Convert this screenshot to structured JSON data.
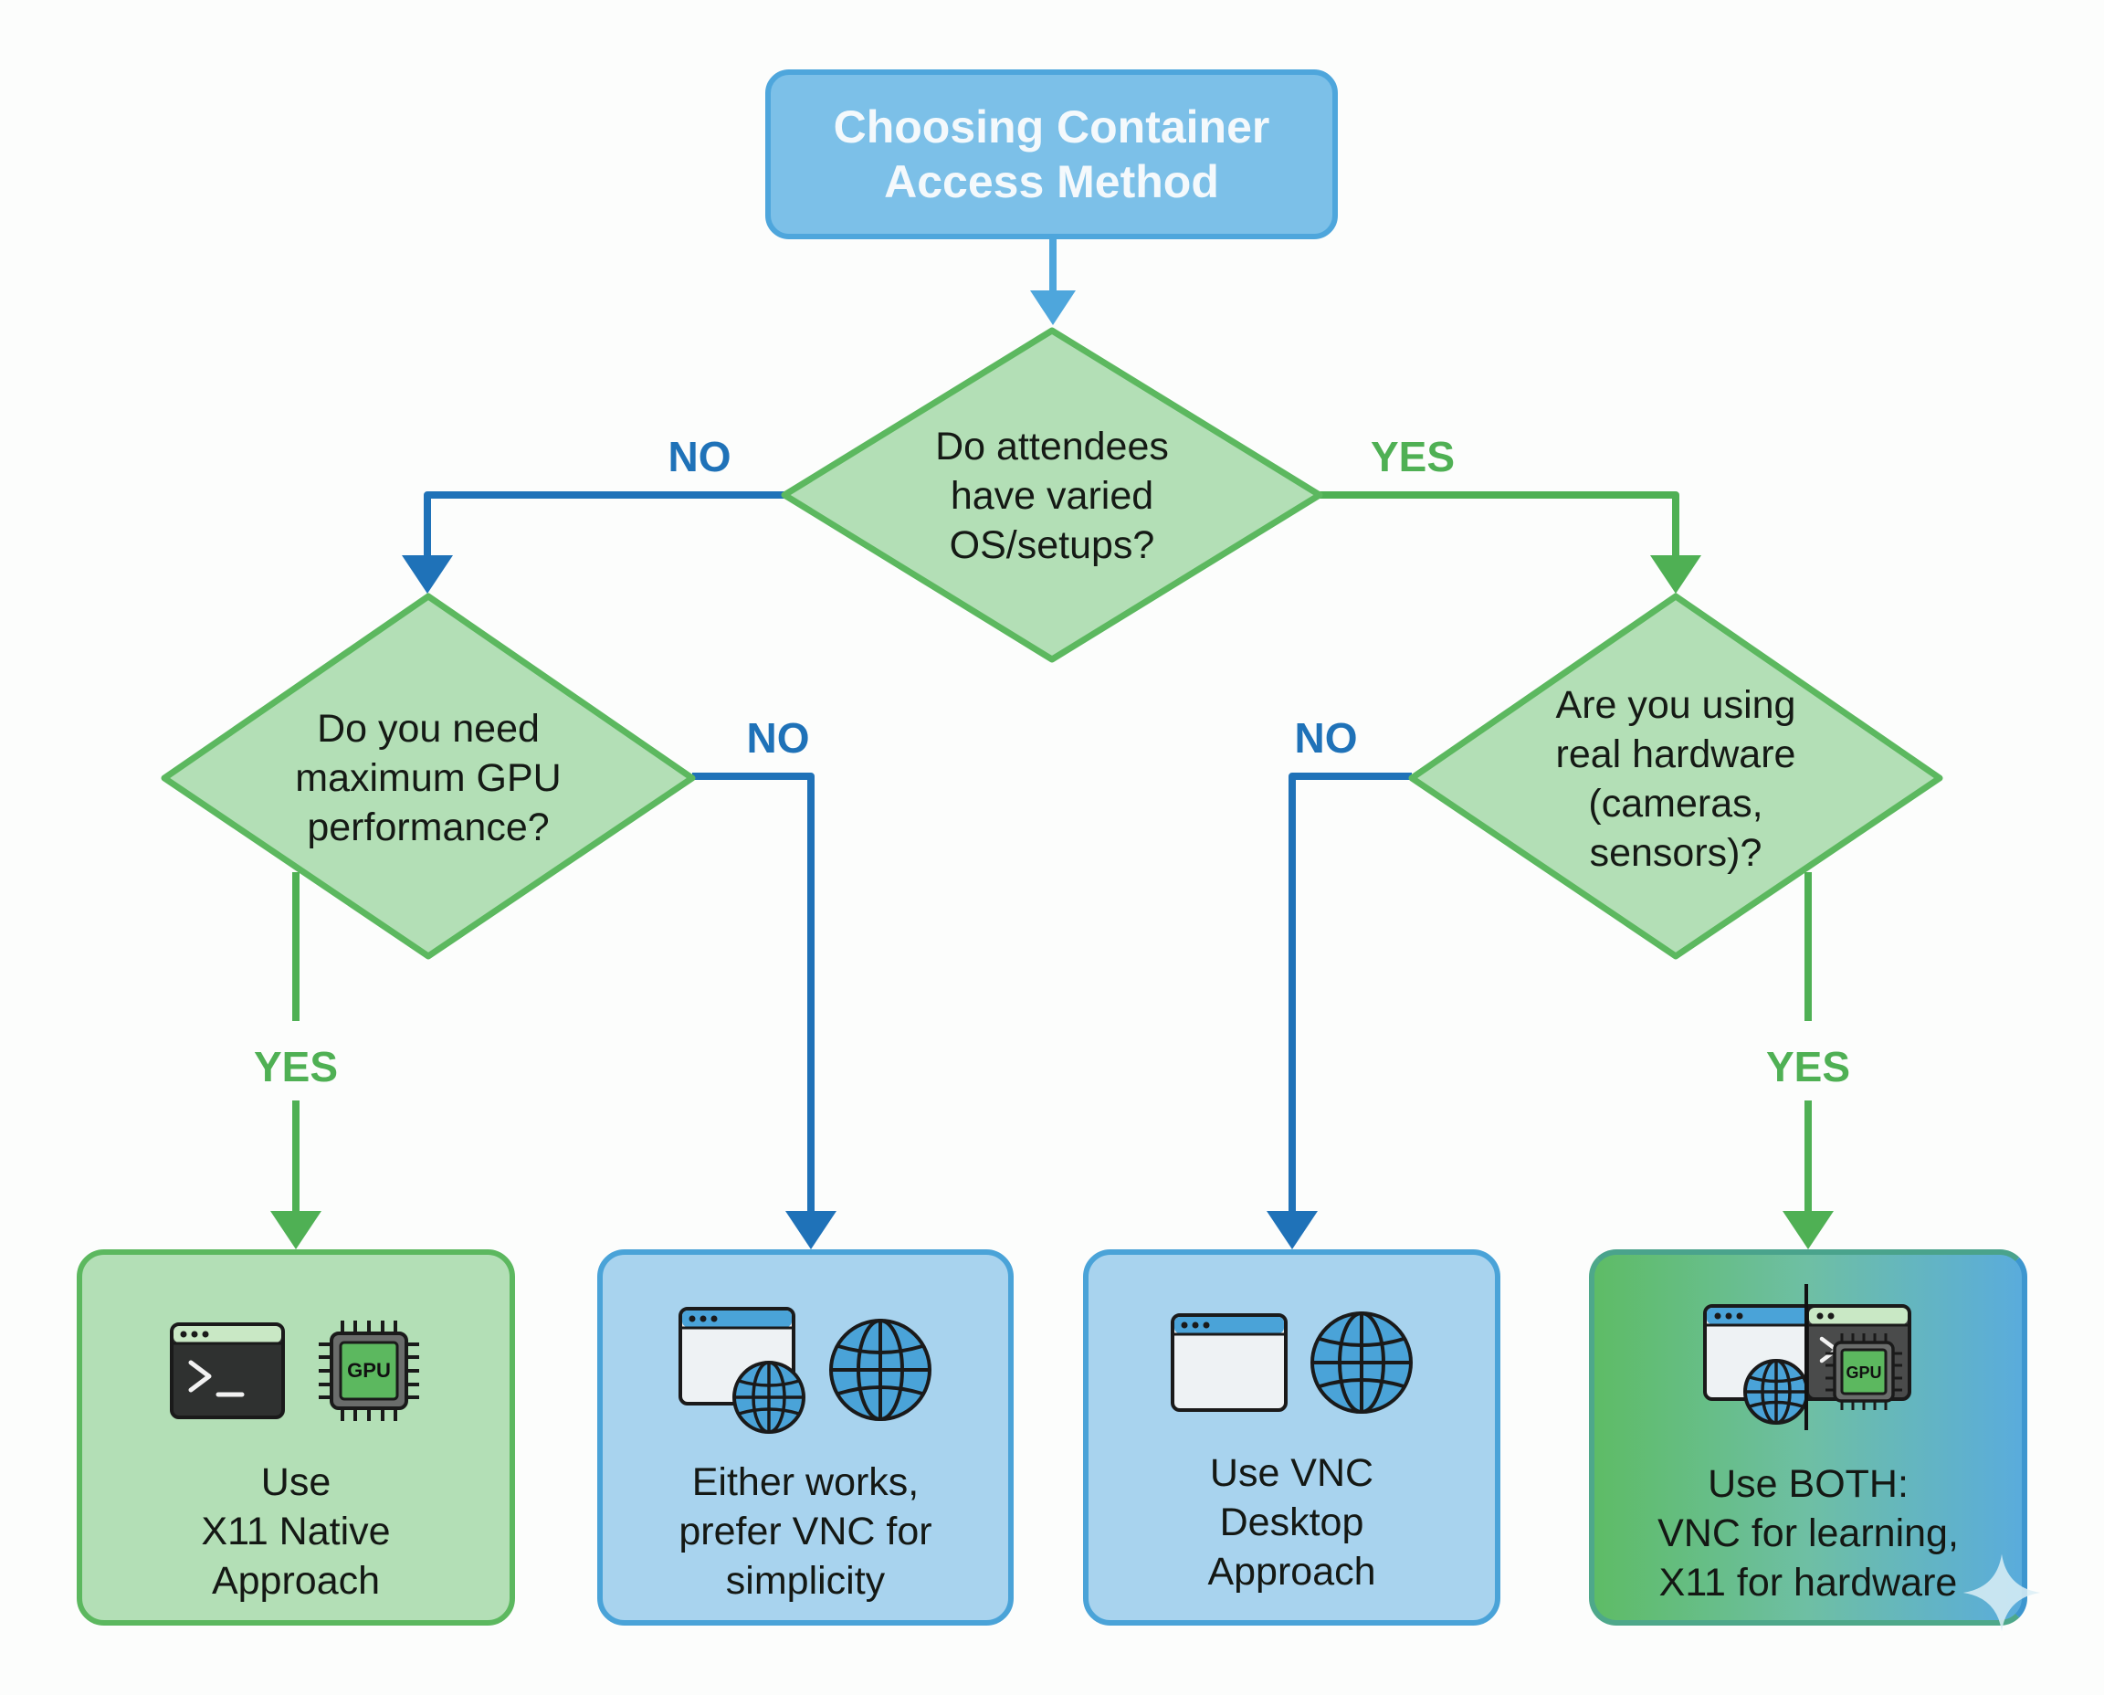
{
  "title": {
    "lines": [
      "Choosing Container",
      "Access Method"
    ]
  },
  "decisions": {
    "root": {
      "lines": [
        "Do attendees",
        "have varied",
        "OS/setups?"
      ]
    },
    "gpu": {
      "lines": [
        "Do you need",
        "maximum GPU",
        "performance?"
      ]
    },
    "hardware": {
      "lines": [
        "Are you using",
        "real hardware",
        "(cameras,",
        "sensors)?"
      ]
    }
  },
  "edge_labels": {
    "root_no": "NO",
    "root_yes": "YES",
    "gpu_no": "NO",
    "gpu_yes": "YES",
    "hardware_no": "NO",
    "hardware_yes": "YES"
  },
  "outcomes": [
    {
      "id": "x11",
      "lines": [
        "Use",
        "X11 Native",
        "Approach"
      ],
      "icons": [
        "terminal-icon",
        "gpu-chip-icon"
      ],
      "chip_label": "GPU"
    },
    {
      "id": "either",
      "lines": [
        "Either works,",
        "prefer VNC for",
        "simplicity"
      ],
      "icons": [
        "browser-window-globe-icon",
        "globe-icon"
      ]
    },
    {
      "id": "vnc",
      "lines": [
        "Use VNC",
        "Desktop",
        "Approach"
      ],
      "icons": [
        "browser-window-icon",
        "globe-icon"
      ]
    },
    {
      "id": "both",
      "lines": [
        "Use BOTH:",
        "VNC for learning,",
        "X11 for hardware"
      ],
      "icons": [
        "split-browser-terminal-icon",
        "gpu-chip-icon"
      ],
      "chip_label": "GPU"
    }
  ],
  "colors": {
    "decision_fill": "#b3dfb6",
    "decision_stroke": "#5cb85f",
    "no_edge": "#1f72b8",
    "yes_edge": "#4fb054",
    "title_fill": "#7cc0e8",
    "blue_box_fill": "#a8d3ee"
  }
}
